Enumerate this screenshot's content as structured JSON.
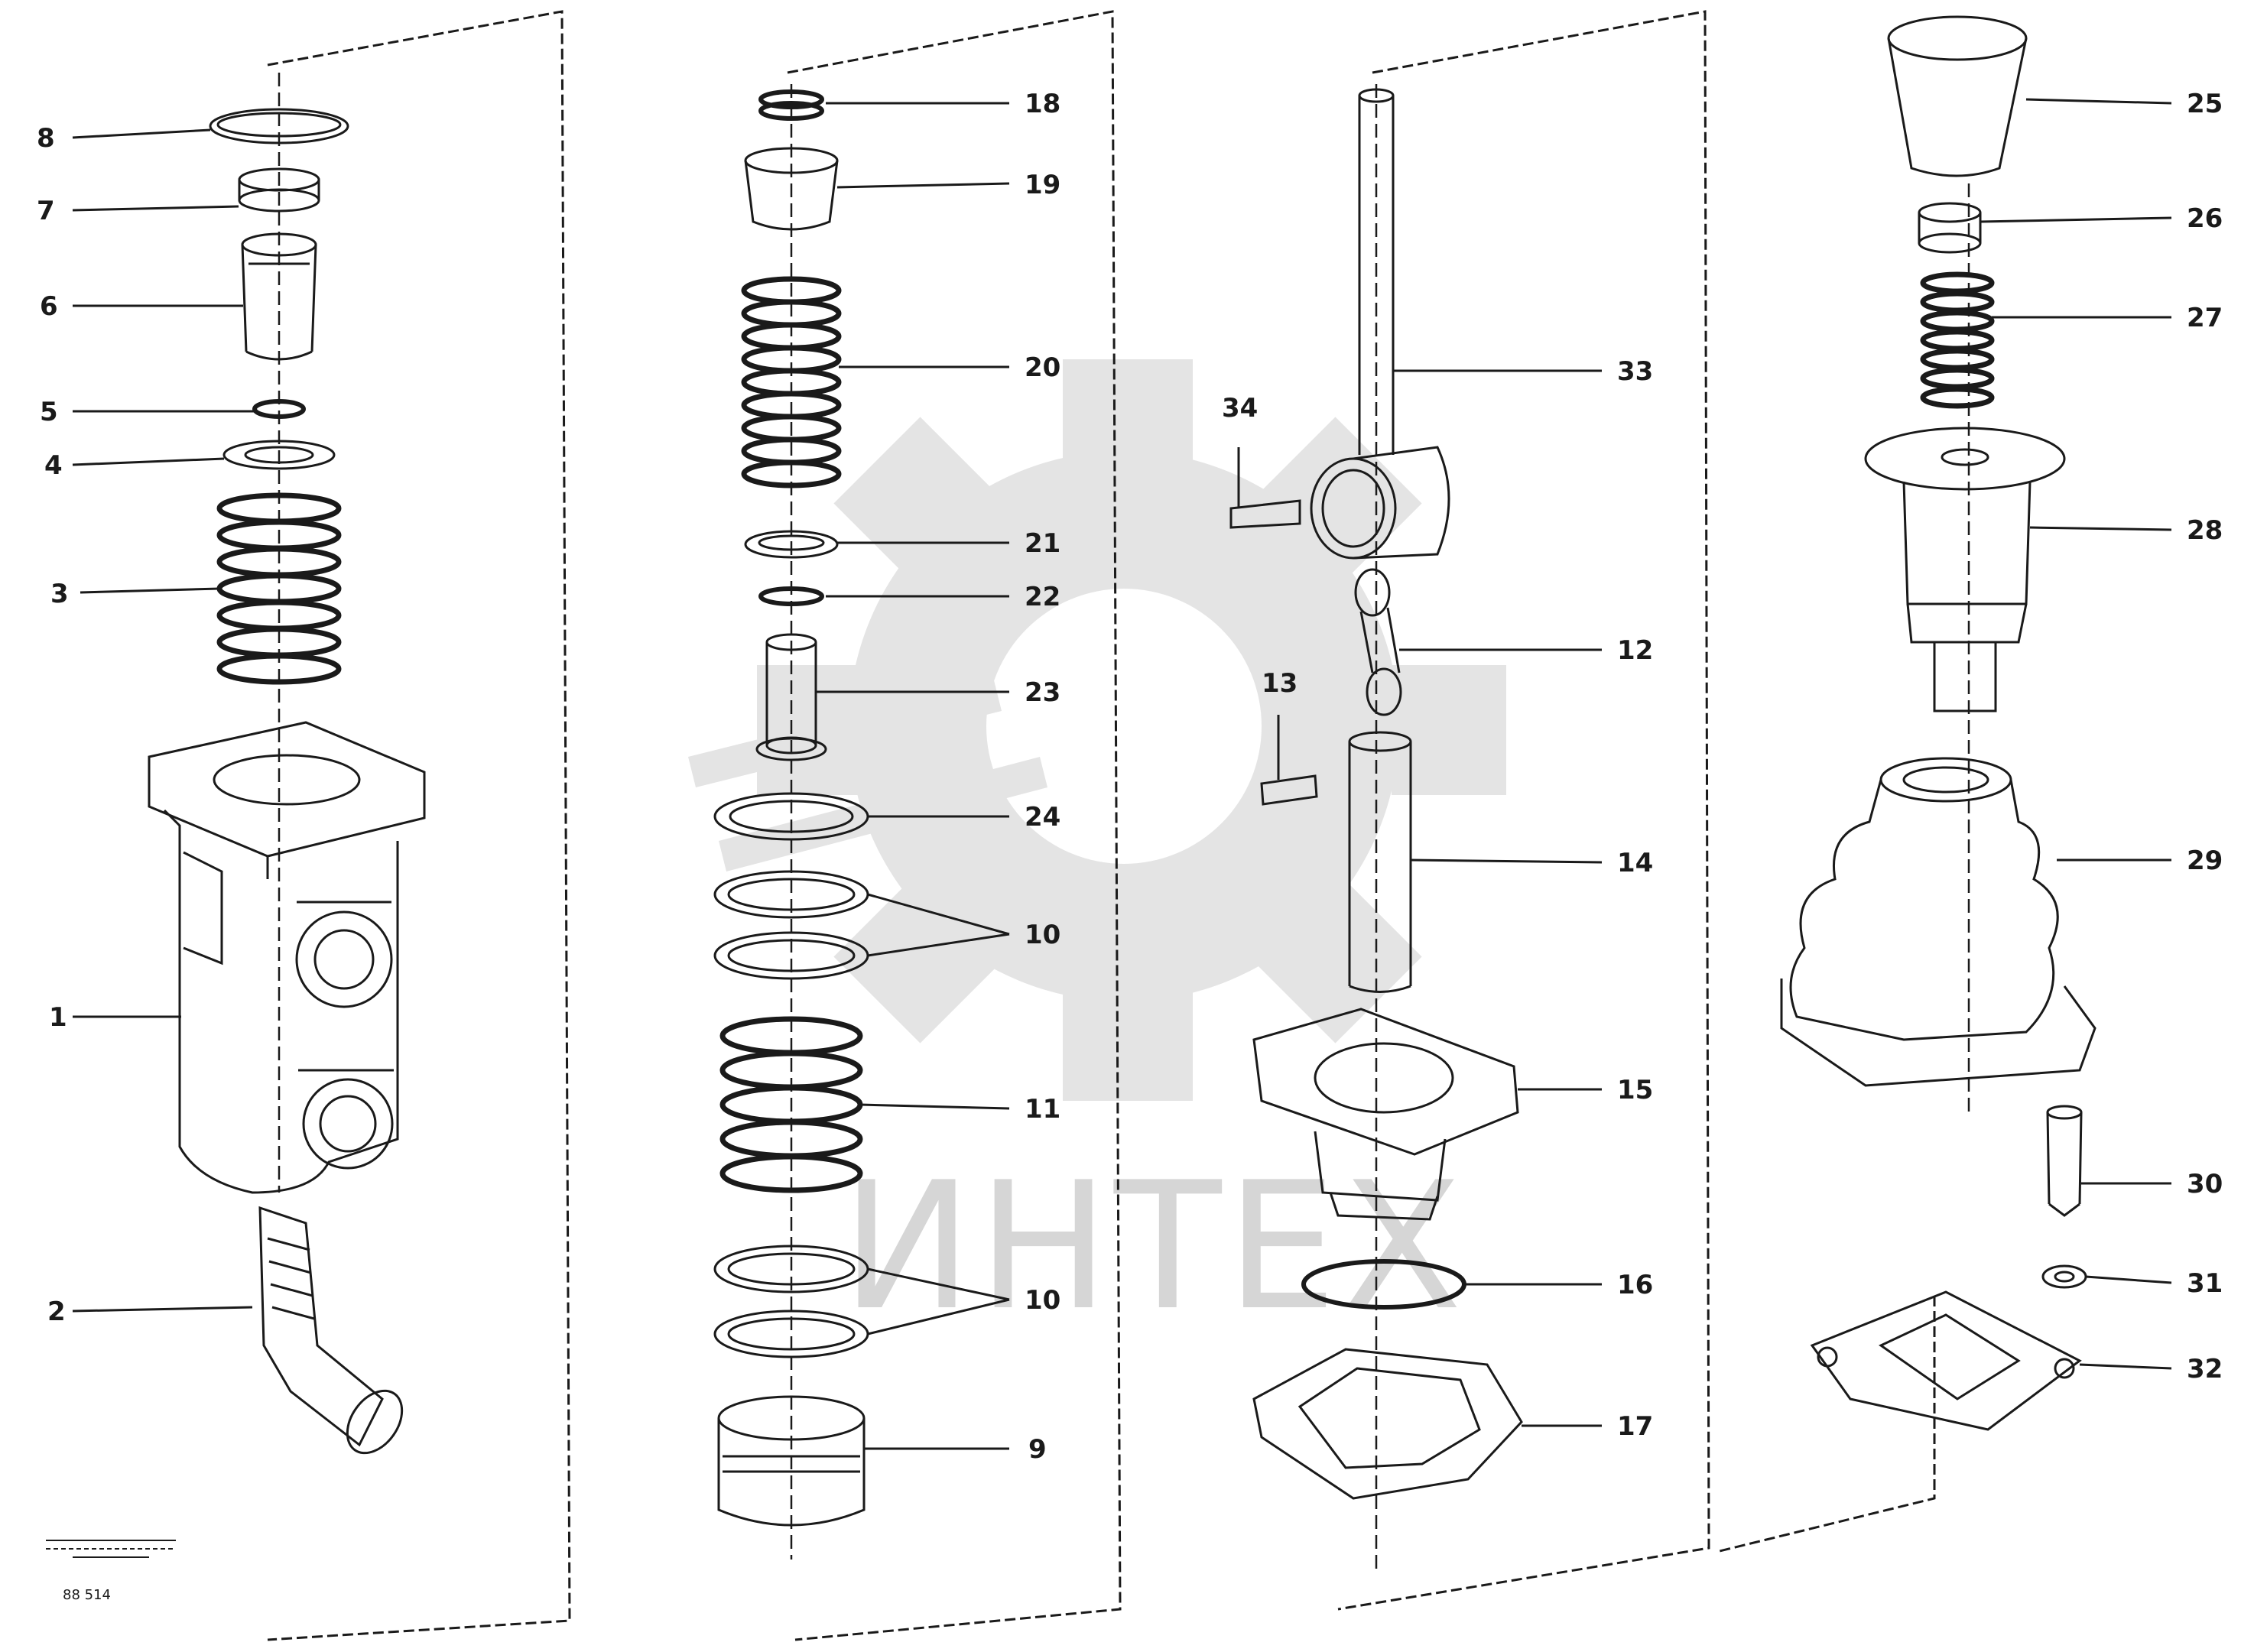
{
  "watermark": {
    "text": "ИНТЕХ"
  },
  "callouts": {
    "c8": "8",
    "c7": "7",
    "c6": "6",
    "c5": "5",
    "c4": "4",
    "c3": "3",
    "c1": "1",
    "c2": "2",
    "c18": "18",
    "c19": "19",
    "c20": "20",
    "c21": "21",
    "c22": "22",
    "c23": "23",
    "c24": "24",
    "c10a": "10",
    "c11": "11",
    "c10b": "10",
    "c9": "9",
    "c33": "33",
    "c34": "34",
    "c12": "12",
    "c13": "13",
    "c14": "14",
    "c15": "15",
    "c16": "16",
    "c17": "17",
    "c25": "25",
    "c26": "26",
    "c27": "27",
    "c28": "28",
    "c29": "29",
    "c30": "30",
    "c31": "31",
    "c32": "32"
  },
  "drawing_id": {
    "ref": "88 514"
  },
  "colors": {
    "line": "#1a1a1a",
    "watermark": "#d6d6d6"
  }
}
